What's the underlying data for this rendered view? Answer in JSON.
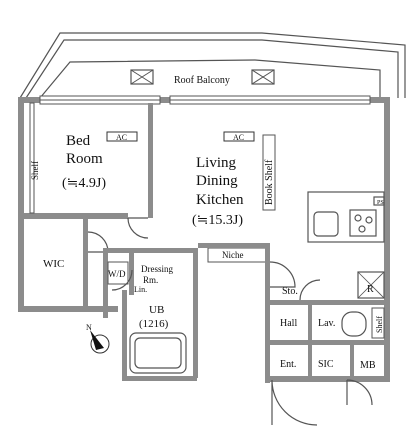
{
  "rooms": {
    "roof_balcony": "Roof Balcony",
    "bed_room": "Bed Room",
    "bed_room_line1": "Bed",
    "bed_room_line2": "Room",
    "bed_room_size": "(≒4.9J)",
    "living": "Living",
    "dining": "Dining",
    "kitchen": "Kitchen",
    "ldk_size": "(≒15.3J)",
    "book_shelf": "Book Shelf",
    "shelf_left": "Shelf",
    "shelf_right": "Shelf",
    "wic": "WIC",
    "wd": "W/D",
    "dressing_rm_line1": "Dressing",
    "dressing_rm_line2": "Rm.",
    "lin": "Lin.",
    "niche": "Niche",
    "ub": "UB",
    "ub_size": "(1216)",
    "sto": "Sto.",
    "refrigerator": "R",
    "hall": "Hall",
    "lav": "Lav.",
    "ent": "Ent.",
    "sic": "SIC",
    "mb": "MB",
    "ps": "PS"
  },
  "fixtures": {
    "ac_1": "AC",
    "ac_2": "AC"
  },
  "compass": {
    "label": "N"
  }
}
